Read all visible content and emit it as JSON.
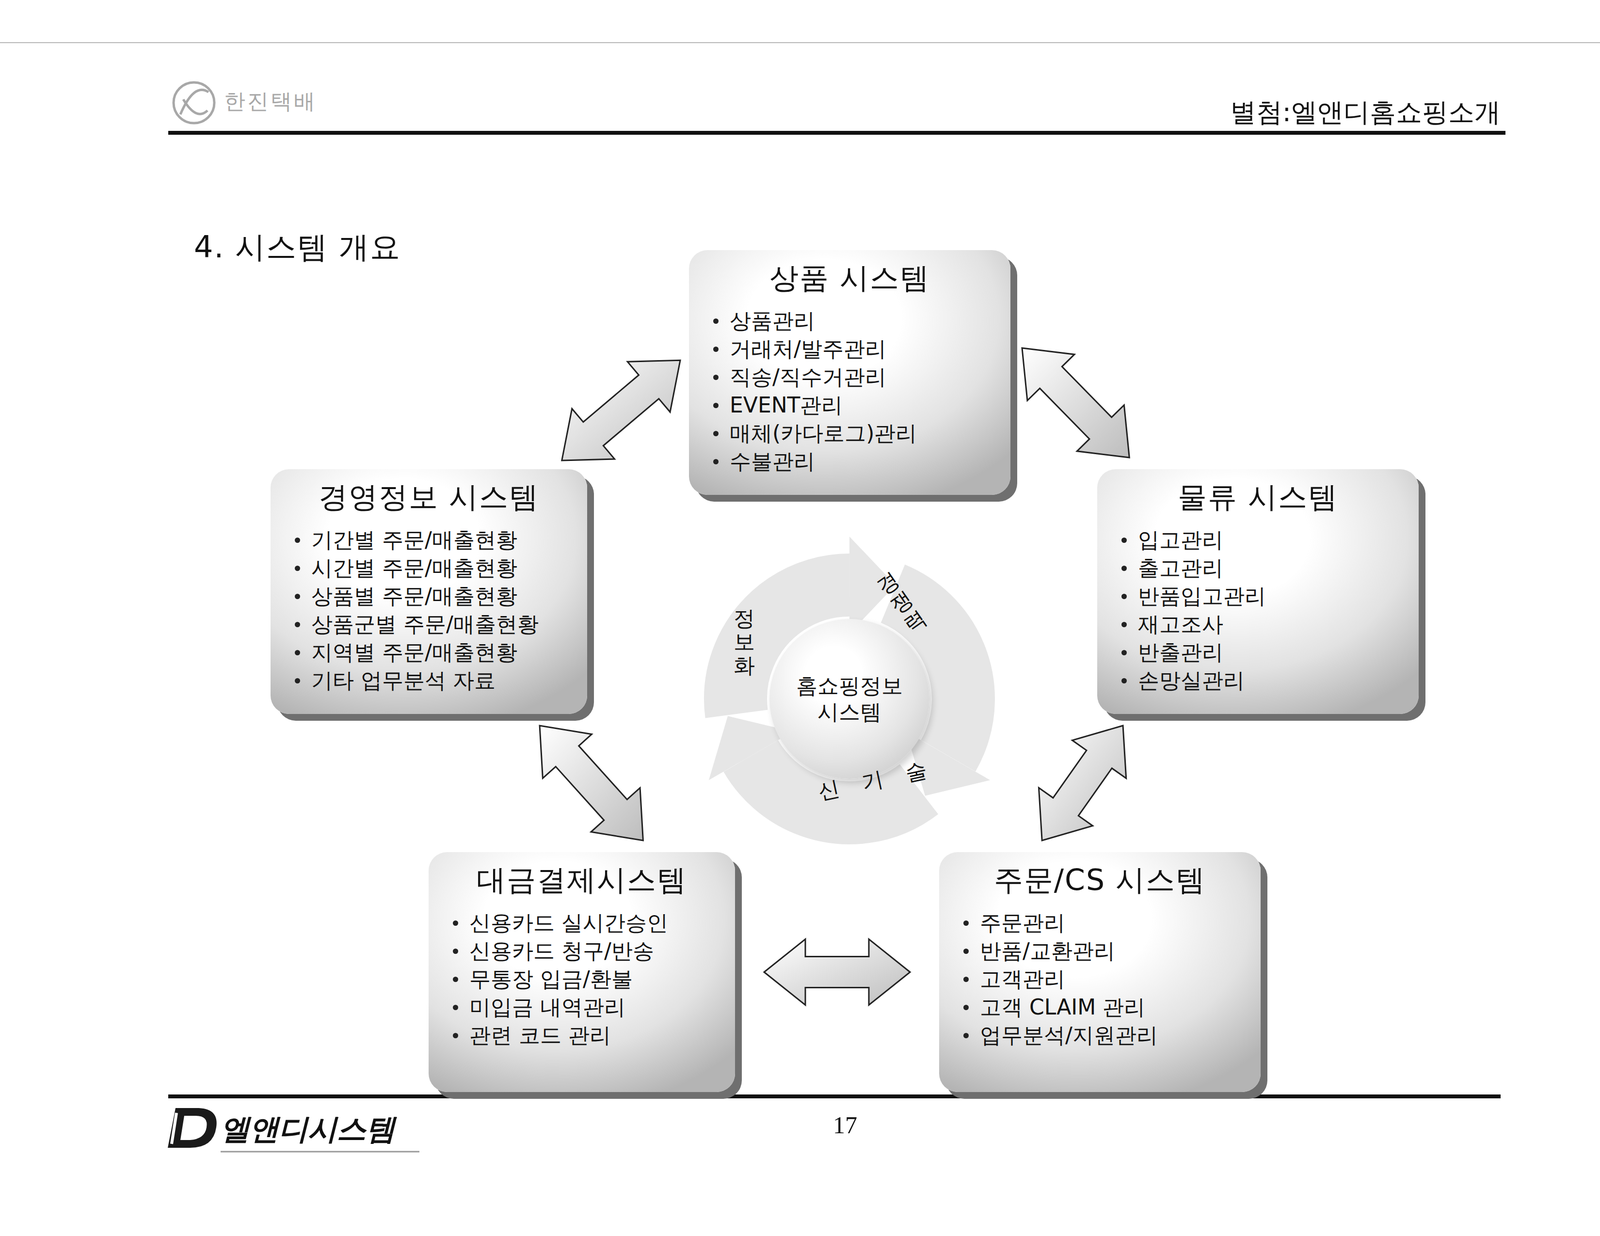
{
  "diagram": {
    "title": "4. 시스템 개요",
    "nodes": [
      {
        "text": [
          "상품 시스템",
          "상품관리",
          "거래처/발주관리",
          "직송/직수거관리",
          "EVENT관리",
          "매체(카다로그)관리",
          "수불관리"
        ]
      },
      {
        "text": [
          "경영정보 시스템",
          "기간별 주문/매출현황",
          "시간별 주문/매출현황",
          "상품별 주문/매출현황",
          "상품군별 주문/매출현황",
          "지역별 주문/매출현황",
          "기타 업무분석 자료"
        ]
      },
      {
        "text": [
          "물류 시스템",
          "입고관리",
          "출고관리",
          "반품입고관리",
          "재고조사",
          "반출관리",
          "손망실관리"
        ]
      },
      {
        "text": [
          "홈쇼핑정보 시스템"
        ]
      },
      {
        "text": [
          "대금결제시스템",
          "신용카드 실시간승인",
          "신용카드 청구/반송",
          "무통장 입금/환불",
          "미입금 내역관리",
          "관련 코드 관리"
        ]
      },
      {
        "text": [
          "주문/CS 시스템",
          "주문관리",
          "반품/교환관리",
          "고객관리",
          "고객 CLAIM 관리",
          "업무분석/지원관리"
        ]
      }
    ],
    "edges": [
      {
        "from": 1,
        "to": 0,
        "arrow": "both"
      },
      {
        "from": 0,
        "to": 2,
        "arrow": "both"
      },
      {
        "from": 1,
        "to": 4,
        "arrow": "both"
      },
      {
        "from": 2,
        "to": 5,
        "arrow": "both"
      },
      {
        "from": 4,
        "to": 5,
        "arrow": "both"
      }
    ],
    "labels": [
      "한진택배",
      "별첨:엘앤디홈쇼핑소개",
      "정보화",
      "경쟁력",
      "신기술",
      "엘앤디시스템",
      "17"
    ]
  }
}
